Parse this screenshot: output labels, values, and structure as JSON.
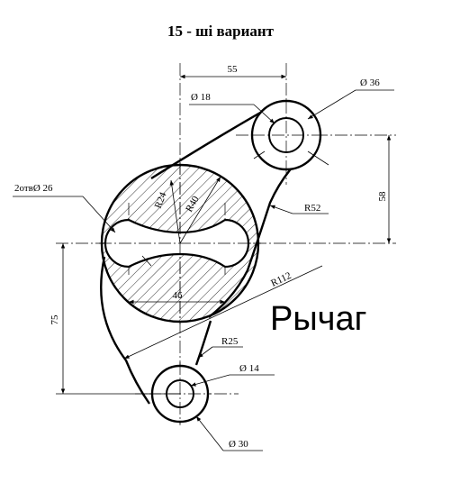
{
  "title": "15 - ші  вариант",
  "part_name": "Рычаг",
  "dimensions": {
    "d55": "55",
    "d18": "Ø 18",
    "d36": "Ø 36",
    "holes": "2отвØ 26",
    "r24": "R24",
    "r40": "R40",
    "d58": "58",
    "r52": "R52",
    "r112": "R112",
    "d46": "46",
    "d75": "75",
    "r25": "R25",
    "d14": "Ø 14",
    "d30": "Ø 30"
  },
  "colors": {
    "line": "#000000",
    "background": "#ffffff"
  }
}
